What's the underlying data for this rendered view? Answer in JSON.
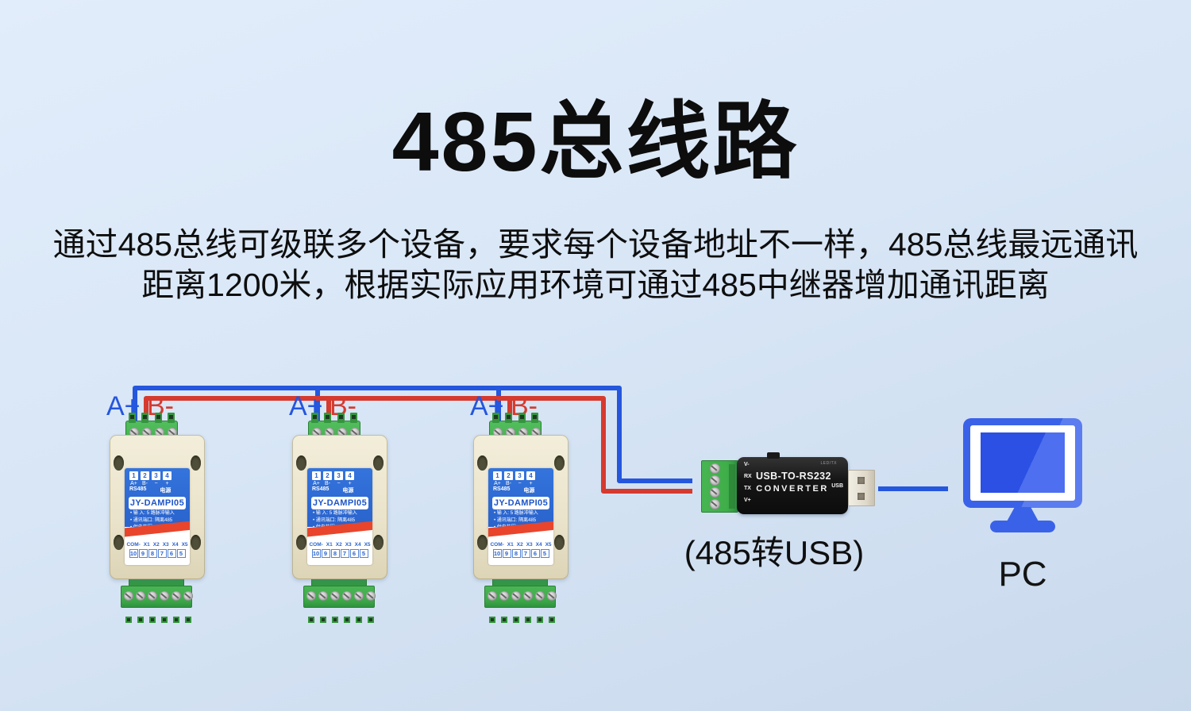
{
  "title": "485总线路",
  "description": {
    "line1": "通过485总线可级联多个设备，要求每个设备地址不一样，485总线最远通讯",
    "line2": "距离1200米，根据实际应用环境可通过485中继器增加通讯距离"
  },
  "wiring": {
    "a_label": "A+",
    "b_label": "B-"
  },
  "colors": {
    "bus_a_blue": "#2456de",
    "bus_b_red": "#d63a2f",
    "device_panel_blue": "#2e6bd4",
    "device_stripe_red": "#e8452c",
    "terminal_green": "#3fae49",
    "device_body_cream": "#ece7d2",
    "pc_blue": "#3a62e8",
    "background_top": "#e2edfb",
    "background_bottom": "#c9d9ec"
  },
  "device": {
    "name": "JY-DAMPI05",
    "pin_numbers": [
      "1",
      "2",
      "3",
      "4"
    ],
    "pin_signals": [
      "A+",
      "B-",
      "−",
      "+"
    ],
    "port_groups": [
      "RS485",
      "电源"
    ],
    "specs": [
      "• 输 入: 5 路脉冲输入",
      "• 通讯端口: 隔离485",
      "• 供电范围: 7-30V供电"
    ],
    "io_labels": [
      "COM-",
      "X1",
      "X2",
      "X3",
      "X4",
      "X5"
    ],
    "io_numbers": [
      "10",
      "9",
      "8",
      "7",
      "6",
      "5"
    ]
  },
  "converter": {
    "name_line1": "USB-TO-RS232",
    "name_line2": "CONVERTER",
    "pin_labels": [
      "V-",
      "RX",
      "TX",
      "V+"
    ],
    "usb_label": "USB",
    "led_label": "LED/TX",
    "caption": "(485转USB)"
  },
  "pc": {
    "label": "PC"
  }
}
